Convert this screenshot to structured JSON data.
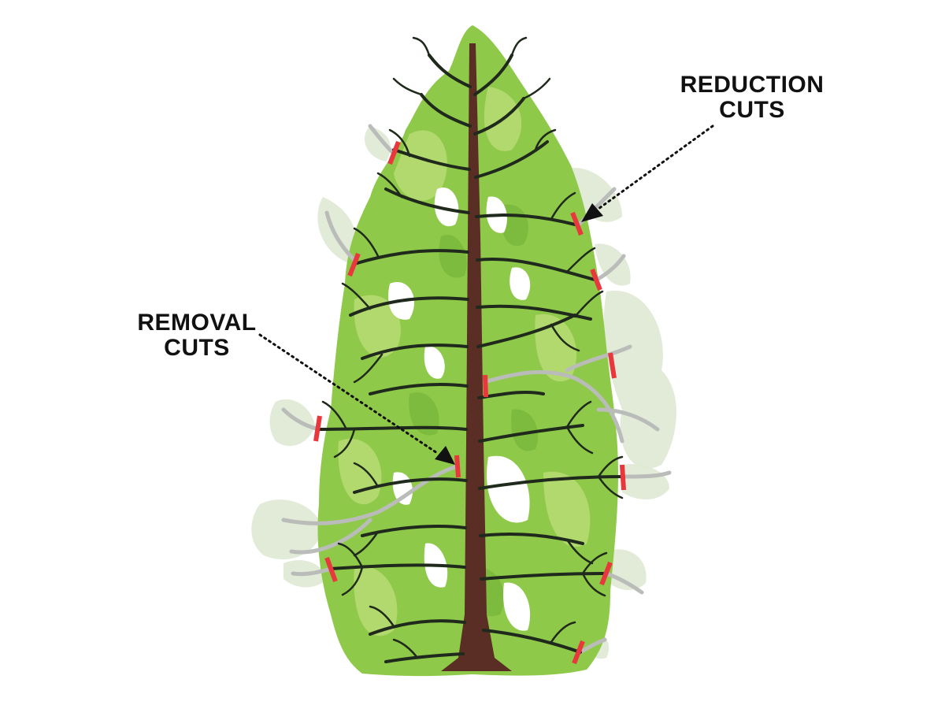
{
  "labels": {
    "reduction": {
      "line1": "REDUCTION",
      "line2": "CUTS"
    },
    "removal": {
      "line1": "REMOVAL",
      "line2": "CUTS"
    }
  },
  "colors": {
    "foliage_light": "#b9dc73",
    "foliage_main": "#8fc94a",
    "foliage_dark": "#6fb236",
    "ghost_foliage": "#dfe9d3",
    "ghost_branch": "#b9bcb8",
    "trunk": "#5a2e24",
    "branch": "#1f2a1c",
    "cut_mark": "#e8383d",
    "arrow": "#111111"
  }
}
